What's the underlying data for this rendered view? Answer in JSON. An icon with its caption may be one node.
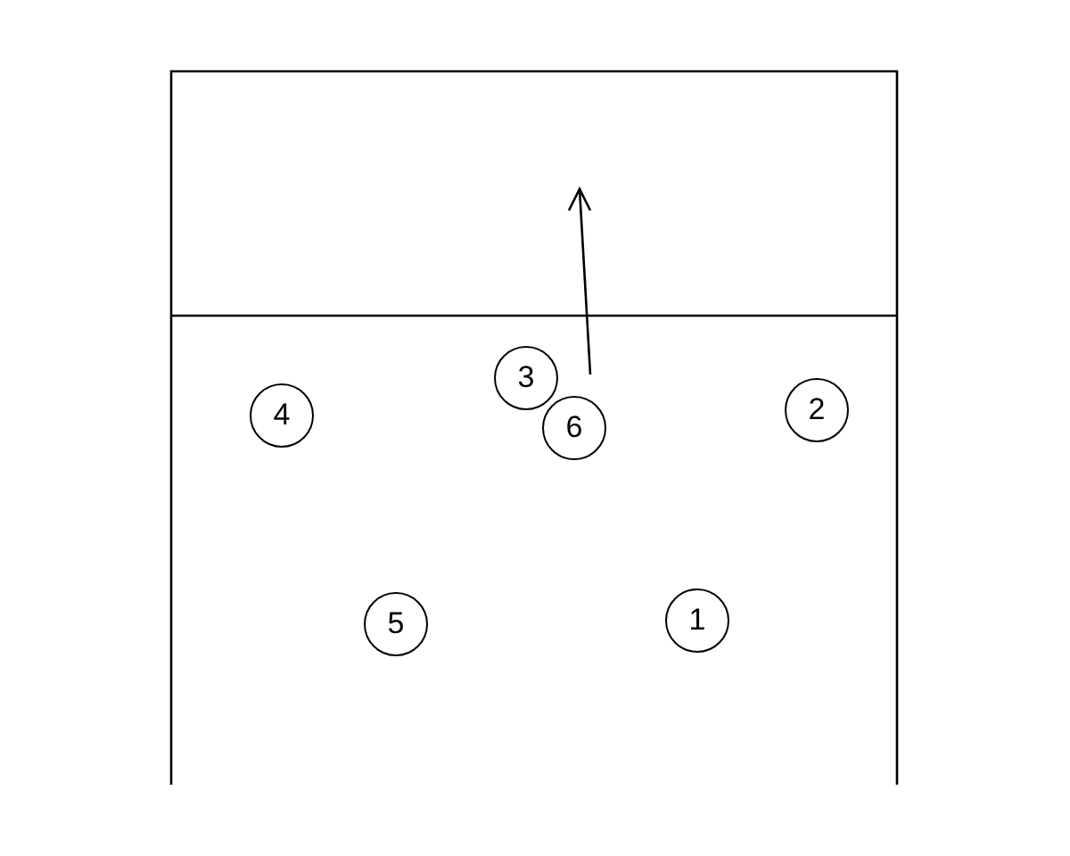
{
  "diagram": {
    "nodes": [
      {
        "text": [
          "4"
        ]
      },
      {
        "text": [
          "3"
        ]
      },
      {
        "text": [
          "6"
        ]
      },
      {
        "text": [
          "2"
        ]
      },
      {
        "text": [
          "5"
        ]
      },
      {
        "text": [
          "1"
        ]
      }
    ]
  }
}
